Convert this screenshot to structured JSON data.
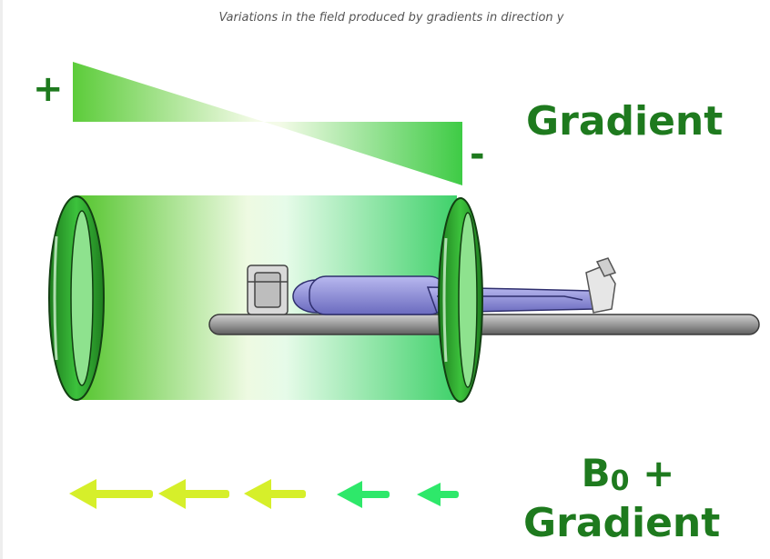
{
  "caption": "Variations in the field produced by gradients in direction y",
  "labels": {
    "plus": "+",
    "minus": "-",
    "gradient": "Gradient",
    "b0_base": "B",
    "b0_sub": "0",
    "b0_plus": " +",
    "b0_gradient": "Gradient"
  },
  "colors": {
    "label_green": "#1e7a1e",
    "coil_green": "#2fa12f",
    "field_green": "#4fd04f",
    "arrow_yellow": "#d8f02a",
    "arrow_green": "#2ee86a"
  }
}
